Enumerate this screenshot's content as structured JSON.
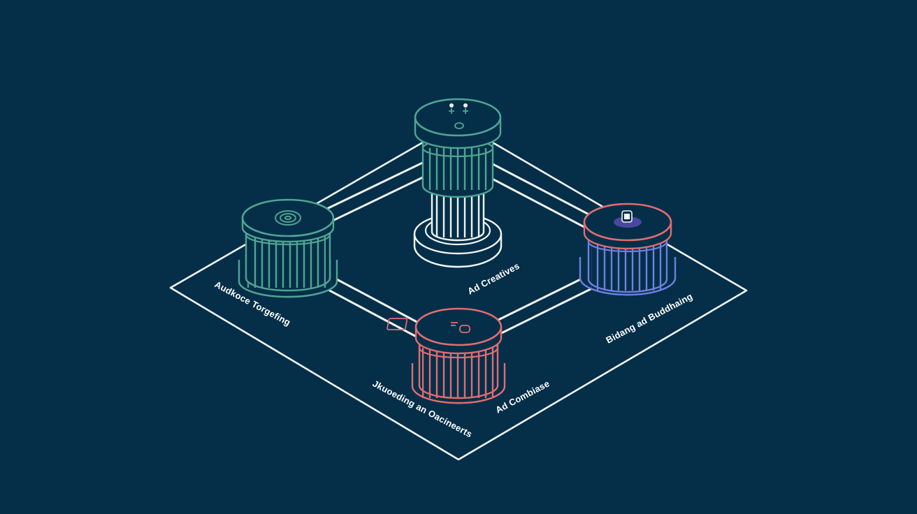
{
  "colors": {
    "background": "#052f48",
    "outline": "#f2f4f5",
    "teal": "#4fa593",
    "blue": "#6e7fe0",
    "red": "#e16c72",
    "purple_badge": "#4a47a0"
  },
  "pillars": [
    {
      "id": "audience",
      "color": "teal",
      "icon": "target-rings-icon"
    },
    {
      "id": "creatives",
      "color": "teal",
      "icon": "figures-icon"
    },
    {
      "id": "bidding",
      "color": "blue-red",
      "icon": "device-icon"
    },
    {
      "id": "analytics",
      "color": "red",
      "icon": "monitor-icon"
    }
  ],
  "labels": {
    "audience": "Audkoce Torgefing",
    "creatives": "Ad Creatives",
    "bidding": "Bidang ad Buddhaing",
    "center": "Ad Combiase",
    "bottom": "Jkuoeding an Oacineerts"
  }
}
